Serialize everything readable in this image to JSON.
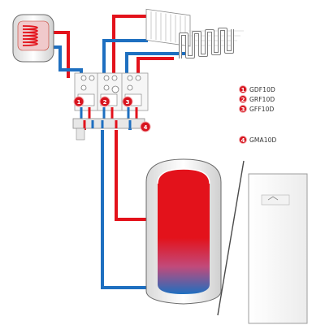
{
  "legend": {
    "items": [
      {
        "number": "1",
        "label": "GDF10D"
      },
      {
        "number": "2",
        "label": "GRF10D"
      },
      {
        "number": "3",
        "label": "GFF10D"
      },
      {
        "number": "4",
        "label": "GMA10D"
      }
    ]
  },
  "callouts": [
    "1",
    "2",
    "3",
    "4"
  ],
  "colors": {
    "hot": "#e3121b",
    "cold": "#1e6fc0",
    "outline": "#5a5a5a",
    "panel": "#f4f4f4"
  }
}
